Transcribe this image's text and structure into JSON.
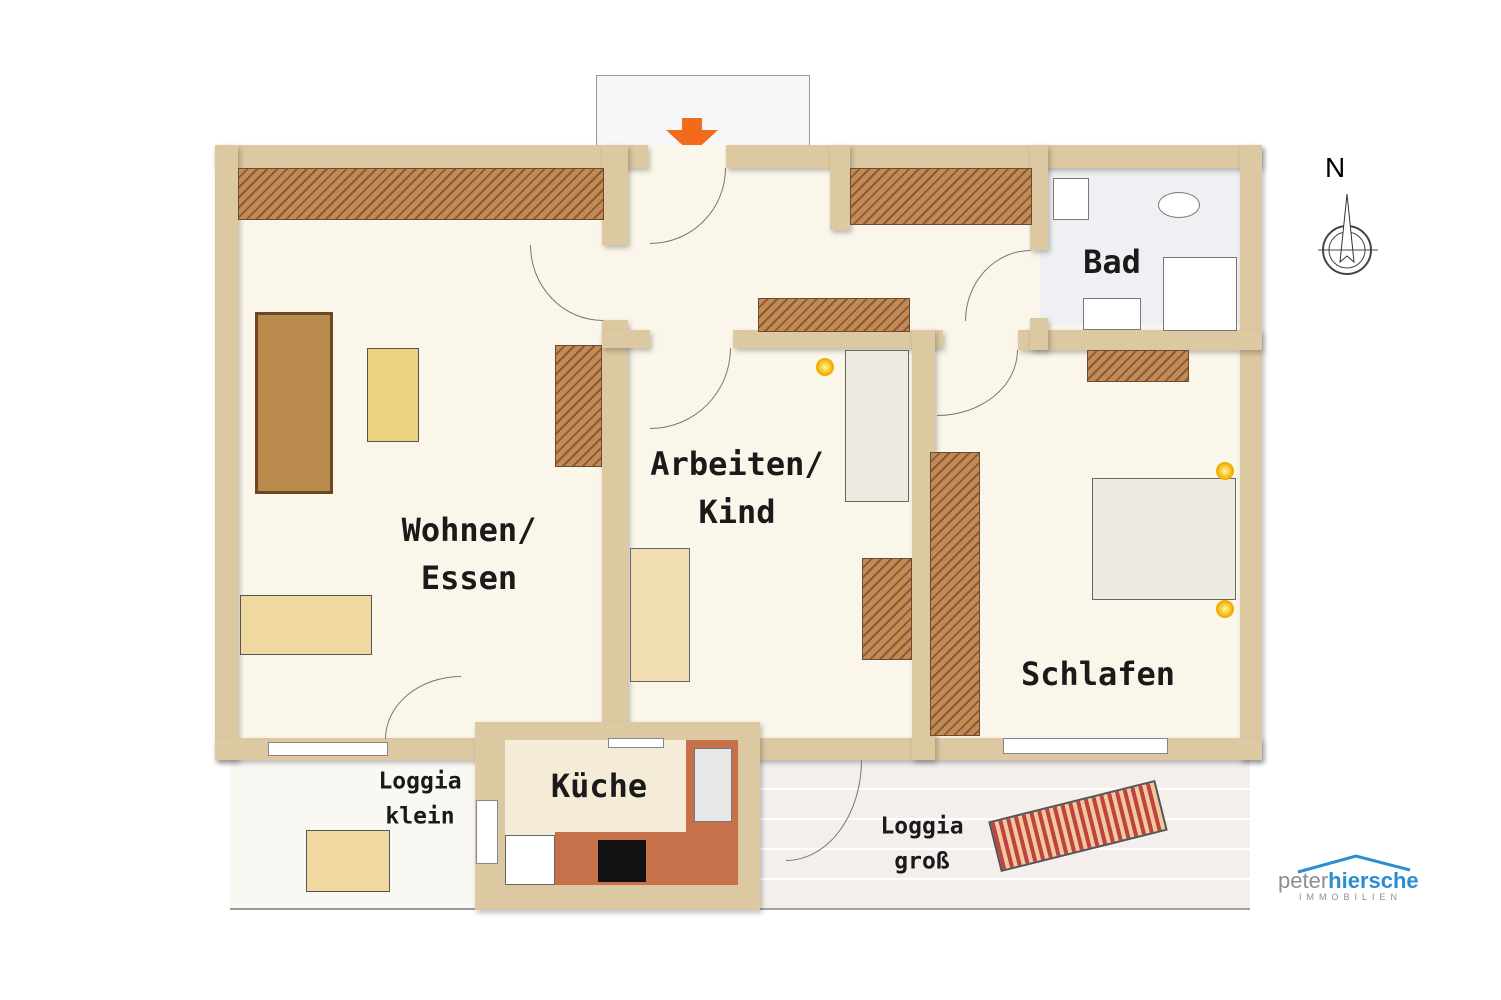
{
  "rooms": {
    "wohnen": "Wohnen/",
    "essen": "Essen",
    "arbeiten": "Arbeiten/",
    "kind": "Kind",
    "bad": "Bad",
    "schlafen": "Schlafen",
    "kueche": "Küche",
    "loggia_klein_1": "Loggia",
    "loggia_klein_2": "klein",
    "loggia_gross_1": "Loggia",
    "loggia_gross_2": "groß"
  },
  "compass": {
    "label": "N"
  },
  "logo": {
    "part1": "peter",
    "part2": "hiersche",
    "sub": "IMMOBILIEN"
  },
  "colors": {
    "wall": "#dcc9a2",
    "floor": "#fbf6ea",
    "accent": "#f26b1d",
    "logo_blue": "#2a8fd0"
  }
}
